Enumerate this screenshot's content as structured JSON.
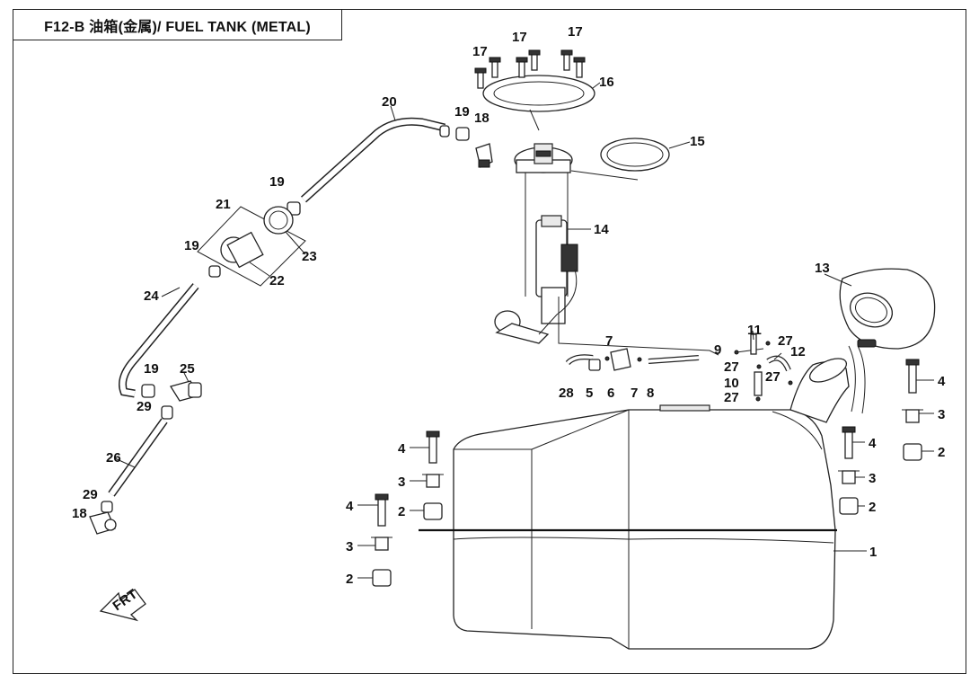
{
  "header": {
    "title": "F12-B 油箱(金属)/ FUEL TANK (METAL)"
  },
  "callouts": [
    {
      "id": "c1",
      "text": "1"
    },
    {
      "id": "c2a",
      "text": "2"
    },
    {
      "id": "c2b",
      "text": "2"
    },
    {
      "id": "c2c",
      "text": "2"
    },
    {
      "id": "c2d",
      "text": "2"
    },
    {
      "id": "c3a",
      "text": "3"
    },
    {
      "id": "c3b",
      "text": "3"
    },
    {
      "id": "c3c",
      "text": "3"
    },
    {
      "id": "c3d",
      "text": "3"
    },
    {
      "id": "c4a",
      "text": "4"
    },
    {
      "id": "c4b",
      "text": "4"
    },
    {
      "id": "c4c",
      "text": "4"
    },
    {
      "id": "c4d",
      "text": "4"
    },
    {
      "id": "c5",
      "text": "5"
    },
    {
      "id": "c6",
      "text": "6"
    },
    {
      "id": "c7a",
      "text": "7"
    },
    {
      "id": "c7b",
      "text": "7"
    },
    {
      "id": "c8",
      "text": "8"
    },
    {
      "id": "c9",
      "text": "9"
    },
    {
      "id": "c10",
      "text": "10"
    },
    {
      "id": "c11",
      "text": "11"
    },
    {
      "id": "c12",
      "text": "12"
    },
    {
      "id": "c13",
      "text": "13"
    },
    {
      "id": "c14",
      "text": "14"
    },
    {
      "id": "c15",
      "text": "15"
    },
    {
      "id": "c16",
      "text": "16"
    },
    {
      "id": "c17a",
      "text": "17"
    },
    {
      "id": "c17b",
      "text": "17"
    },
    {
      "id": "c17c",
      "text": "17"
    },
    {
      "id": "c18a",
      "text": "18"
    },
    {
      "id": "c18b",
      "text": "18"
    },
    {
      "id": "c19a",
      "text": "19"
    },
    {
      "id": "c19b",
      "text": "19"
    },
    {
      "id": "c19c",
      "text": "19"
    },
    {
      "id": "c19d",
      "text": "19"
    },
    {
      "id": "c20",
      "text": "20"
    },
    {
      "id": "c21",
      "text": "21"
    },
    {
      "id": "c22",
      "text": "22"
    },
    {
      "id": "c23",
      "text": "23"
    },
    {
      "id": "c24",
      "text": "24"
    },
    {
      "id": "c25",
      "text": "25"
    },
    {
      "id": "c26",
      "text": "26"
    },
    {
      "id": "c27a",
      "text": "27"
    },
    {
      "id": "c27b",
      "text": "27"
    },
    {
      "id": "c27c",
      "text": "27"
    },
    {
      "id": "c27d",
      "text": "27"
    },
    {
      "id": "c28",
      "text": "28"
    },
    {
      "id": "c29a",
      "text": "29"
    },
    {
      "id": "c29b",
      "text": "29"
    }
  ],
  "front_arrow": {
    "label": "FRT"
  },
  "colors": {
    "line": "#222222",
    "background": "#ffffff"
  }
}
